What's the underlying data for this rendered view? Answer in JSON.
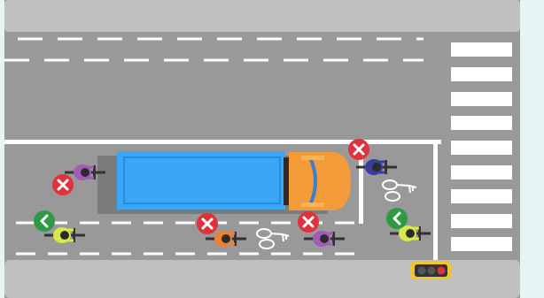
{
  "scene": {
    "colors": {
      "background": "#e6f4f4",
      "sidewalk": "#c0c0c0",
      "road": "#999999",
      "lane_marking": "#ffffff",
      "truck_box": "#3aa6f5",
      "truck_cab": "#f39a39",
      "wrong_marker": "#e0323c",
      "correct_marker": "#2e9a44",
      "signal_housing": "#f5c526",
      "signal_red": "#e0323c"
    },
    "cyclists": [
      {
        "id": "cyclist-1",
        "jersey_color": "#a45bb4",
        "marker": "wrong"
      },
      {
        "id": "cyclist-2",
        "jersey_color": "#3a3d9c",
        "marker": "wrong"
      },
      {
        "id": "cyclist-3",
        "jersey_color": "#d7e84a",
        "marker": "correct"
      },
      {
        "id": "cyclist-4",
        "jersey_color": "#f07f2f",
        "marker": "wrong"
      },
      {
        "id": "cyclist-5",
        "jersey_color": "#a45bb4",
        "marker": "wrong"
      },
      {
        "id": "cyclist-6",
        "jersey_color": "#d7e84a",
        "marker": "correct"
      }
    ],
    "marker_icons": {
      "wrong": "cross-icon",
      "correct": "chevron-left-icon"
    },
    "traffic_signal": {
      "active_light": "red"
    }
  }
}
